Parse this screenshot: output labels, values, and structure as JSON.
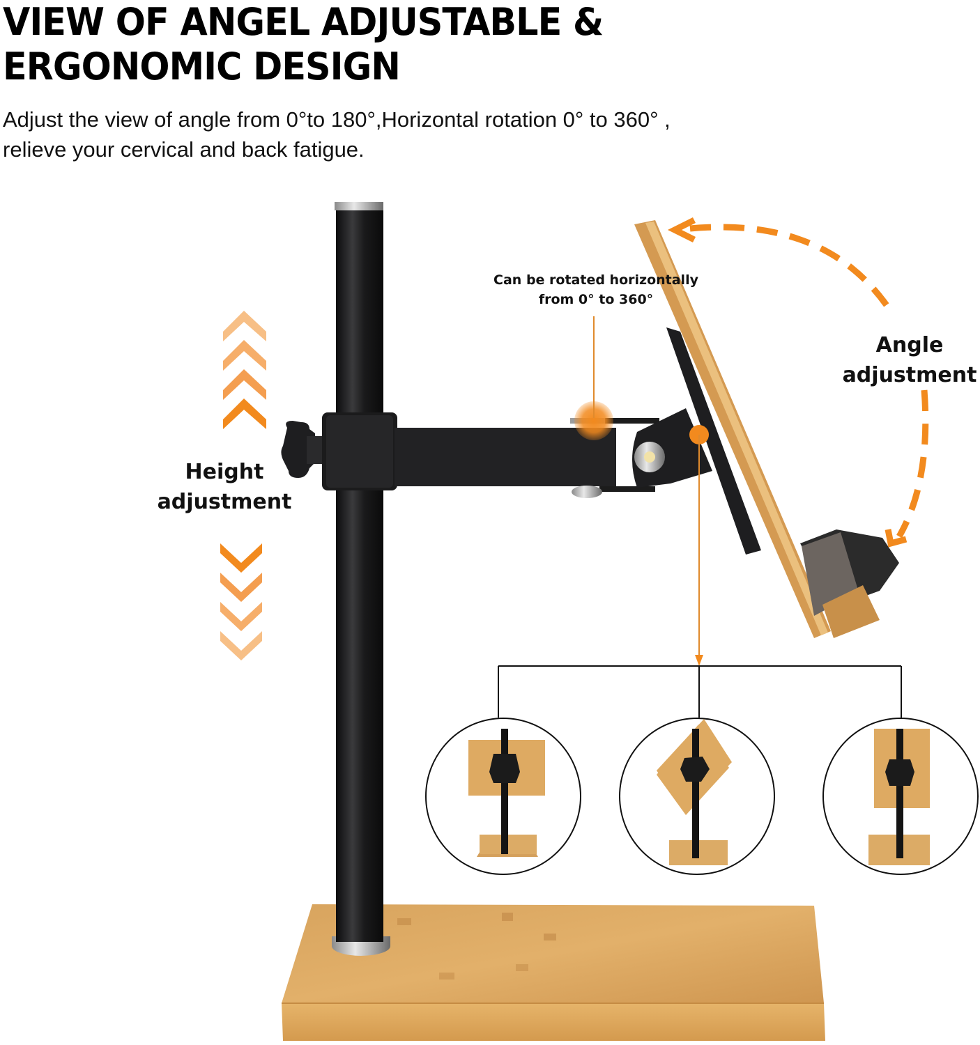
{
  "header": {
    "title_line1": "VIEW OF ANGEL ADJUSTABLE &",
    "title_line2": "ERGONOMIC DESIGN",
    "subtitle_line1": "Adjust the view of angle from 0°to 180°,Horizontal rotation 0° to 360° ,",
    "subtitle_line2": "relieve your cervical and back fatigue."
  },
  "callouts": {
    "rotation_line1": "Can be rotated horizontally",
    "rotation_line2": "from 0° to 360°",
    "angle_line1": "Angle",
    "angle_line2": "adjustment",
    "height_line1": "Height",
    "height_line2": "adjustment"
  },
  "rotation_views": [
    {
      "label": "landscape-orientation"
    },
    {
      "label": "tilted-orientation"
    },
    {
      "label": "portrait-orientation"
    }
  ],
  "colors": {
    "accent_orange": "#f28a1e",
    "bamboo": "#d9a25a",
    "metal_black": "#1c1c1e",
    "text": "#000000"
  }
}
